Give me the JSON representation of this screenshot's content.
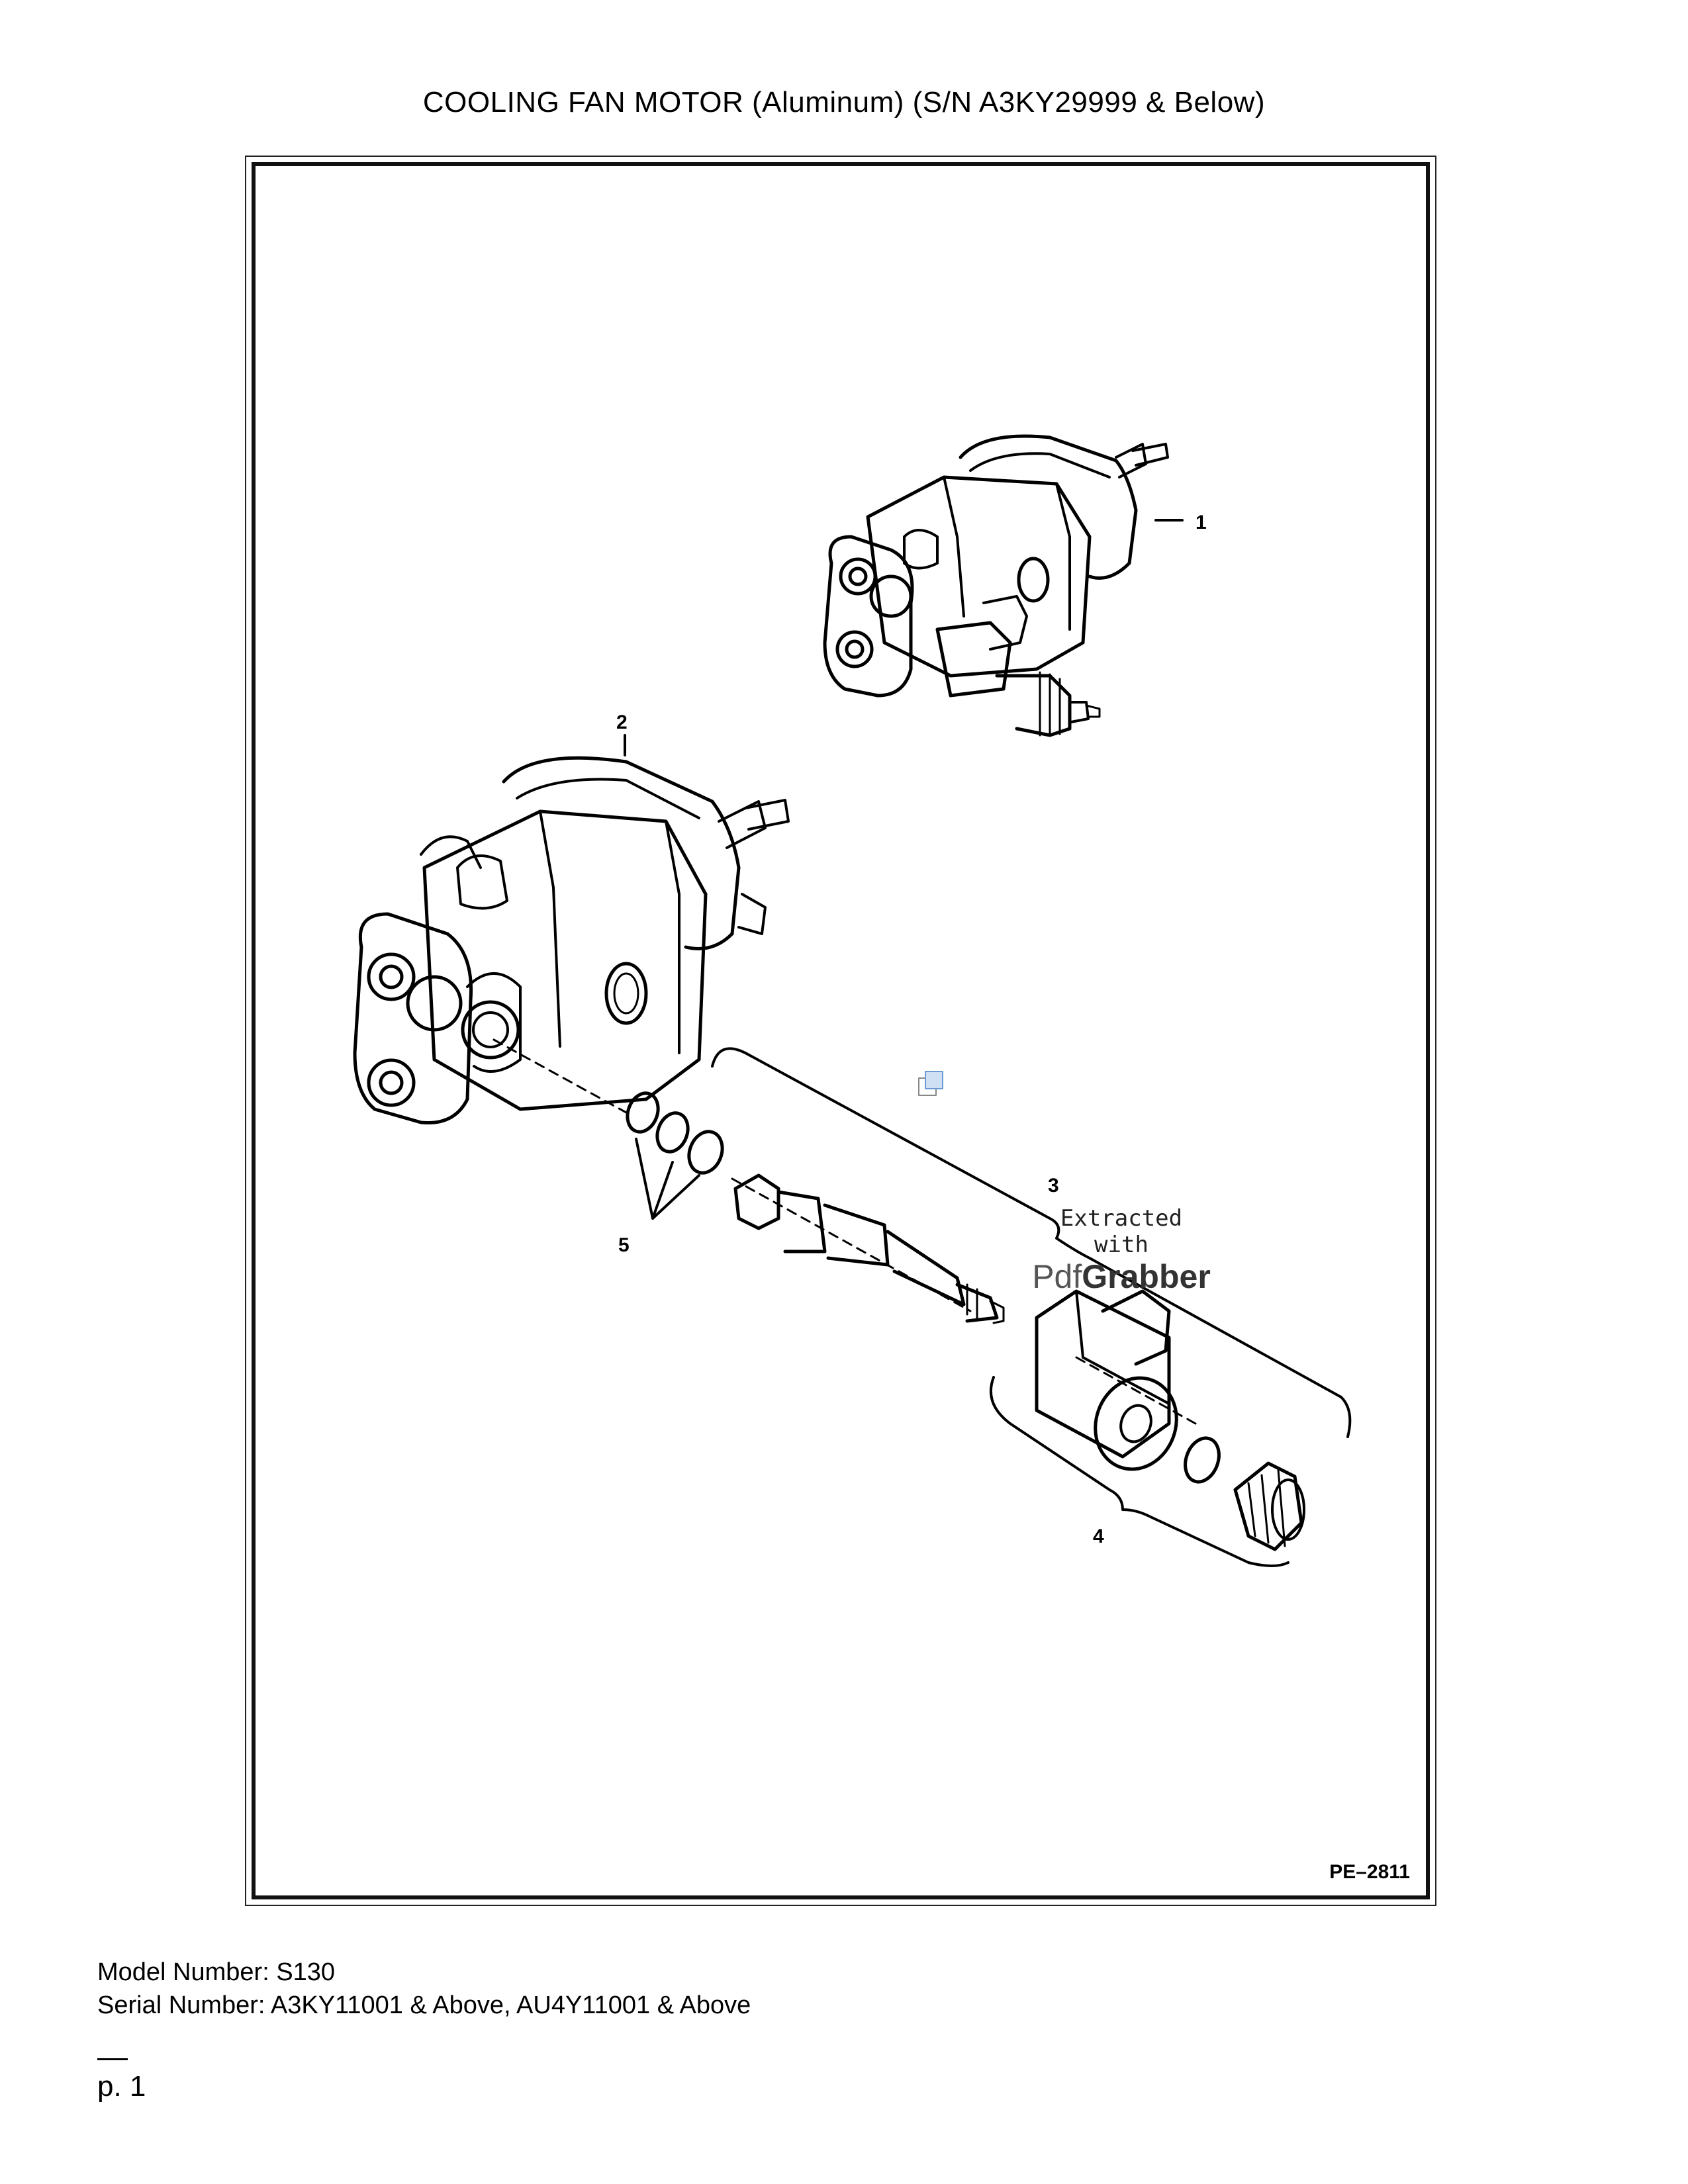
{
  "title": "COOLING FAN MOTOR (Aluminum) (S/N A3KY29999 & Below)",
  "figure": {
    "code": "PE–2811",
    "callouts": [
      "1",
      "2",
      "3",
      "4",
      "5"
    ]
  },
  "watermark": {
    "line1": "Extracted",
    "line2": "with",
    "brand_light": "Pdf",
    "brand_bold": "Grabber"
  },
  "footer": {
    "model": "Model Number: S130",
    "serial": "Serial Number: A3KY11001 & Above, AU4Y11001 & Above"
  },
  "page": {
    "number": "p. 1"
  },
  "colors": {
    "ink": "#000000",
    "paper": "#ffffff"
  }
}
